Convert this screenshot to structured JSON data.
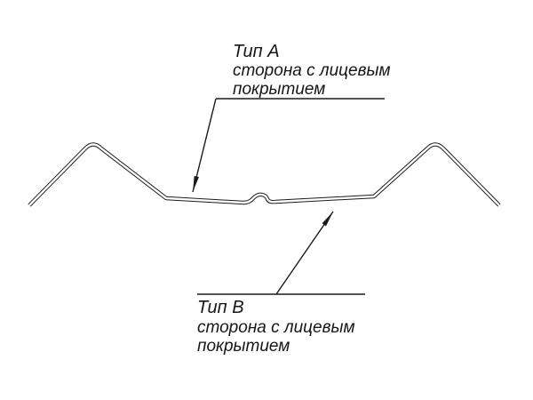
{
  "drawing": {
    "callout_a": {
      "title": "Тип А",
      "line1": "сторона с лицевым",
      "line2": "покрытием"
    },
    "callout_b": {
      "title": "Тип В",
      "line1": "сторона с лицевым",
      "line2": "покрытием"
    }
  },
  "colors": {
    "ink": "#1b1b1b",
    "paper": "#ffffff"
  }
}
